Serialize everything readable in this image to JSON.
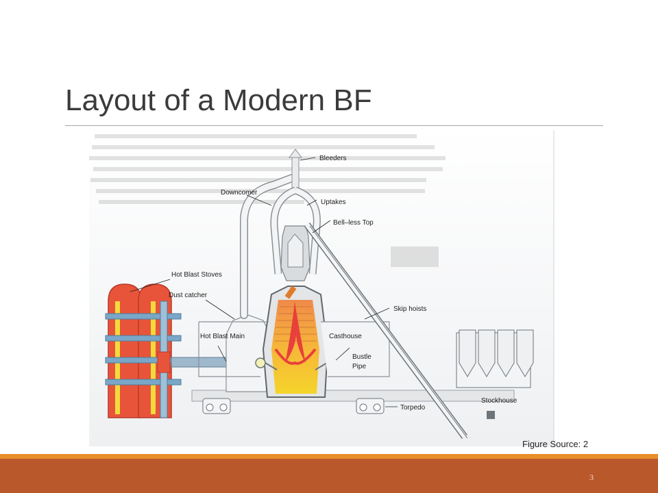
{
  "slide": {
    "title": "Layout of a Modern BF",
    "figure_source": "Figure Source: 2",
    "page_number": "3"
  },
  "diagram": {
    "labels": {
      "bleeders": "Bleeders",
      "downcomer": "Downcomer",
      "uptakes": "Uptakes",
      "bell_less_top": "Bell–less Top",
      "hot_blast_stoves": "Hot Blast Stoves",
      "dust_catcher": "Dust catcher",
      "skip_hoists": "Skip hoists",
      "hot_blast_main": "Hot Blast Main",
      "casthouse": "Casthouse",
      "bustle": "Bustle",
      "pipe": "Pipe",
      "stockhouse": "Stockhouse",
      "torpedo": "Torpedo"
    },
    "colors": {
      "stove": "#e8543a",
      "stove_flue": "#f2e93c",
      "blast_pipe": "#7aa7c7",
      "furnace_hot": "#f4c21c",
      "furnace_flame": "#e8403a",
      "steel": "#bfc3c8",
      "background_panel": "#eceef0"
    }
  },
  "footer": {
    "accent_color": "#e88f2a",
    "band_color": "#b9592b"
  }
}
